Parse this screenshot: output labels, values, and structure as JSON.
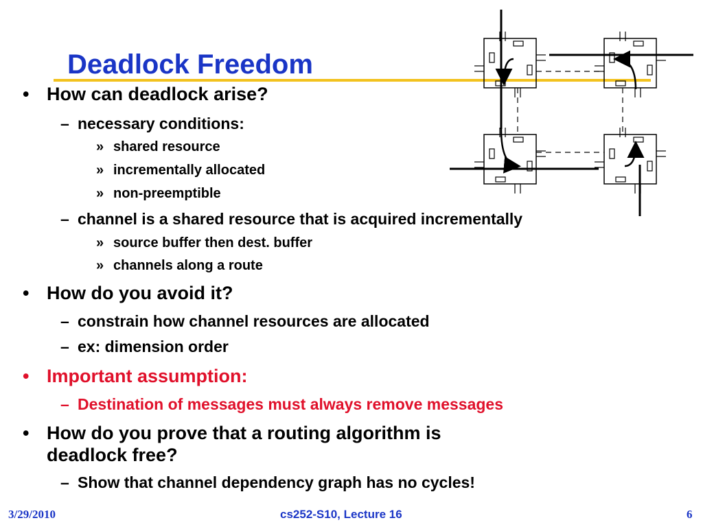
{
  "slide": {
    "title": "Deadlock Freedom",
    "bullets": [
      {
        "marker": "•",
        "text": "How can deadlock arise?"
      },
      {
        "marker": "–",
        "text": "necessary conditions:"
      },
      {
        "marker": "»",
        "text": "shared resource"
      },
      {
        "marker": "»",
        "text": "incrementally allocated"
      },
      {
        "marker": "»",
        "text": "non-preemptible"
      },
      {
        "marker": "–",
        "text": "channel is a shared resource that is acquired incrementally"
      },
      {
        "marker": "»",
        "text": "source buffer then dest. buffer"
      },
      {
        "marker": "»",
        "text": "channels along a route"
      },
      {
        "marker": "•",
        "text": "How do you avoid it?"
      },
      {
        "marker": "–",
        "text": "constrain how channel resources are allocated"
      },
      {
        "marker": "–",
        "text": "ex: dimension order"
      },
      {
        "marker": "•",
        "text": "Important assumption:"
      },
      {
        "marker": "–",
        "text": "Destination of messages must always remove messages"
      },
      {
        "marker": "•",
        "text": "How do you prove that a routing algorithm is"
      },
      {
        "marker": "",
        "text": "deadlock free?"
      },
      {
        "marker": "–",
        "text": "Show that channel dependency graph has no cycles!"
      }
    ]
  },
  "footer": {
    "date": "3/29/2010",
    "lecture": "cs252-S10, Lecture 16",
    "page": "6"
  },
  "colors": {
    "title": "#1a35c6",
    "rule": "#f2c21e",
    "emphasis": "#e0102a",
    "footer": "#1a35c6"
  },
  "diagram": {
    "description_icon": "mesh-router-deadlock-cycle-icon"
  }
}
